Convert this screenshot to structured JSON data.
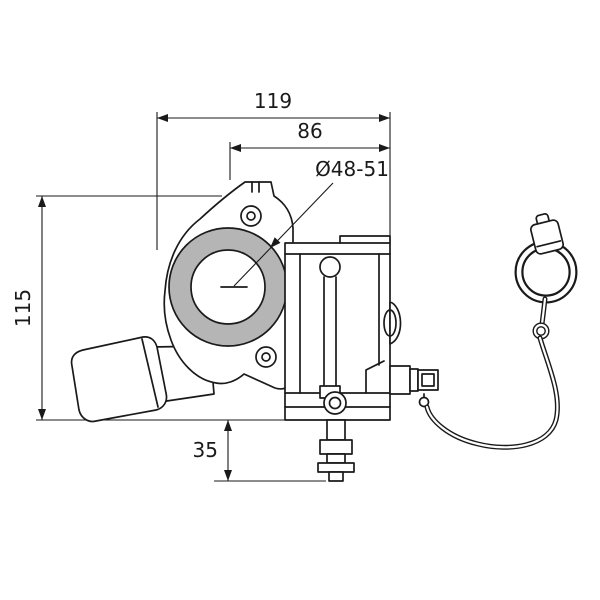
{
  "drawing": {
    "type": "technical-dimension-drawing",
    "subject": "tractor-top-link-clamp-with-lynch-pin",
    "dims": {
      "overall_width": "119",
      "clamp_width": "86",
      "bore_diameter": "Ø48-51",
      "overall_height": "115",
      "bottom_offset": "35"
    },
    "colors": {
      "line": "#1a1a1a",
      "ring": "#b5b5b5",
      "background": "#ffffff"
    }
  }
}
